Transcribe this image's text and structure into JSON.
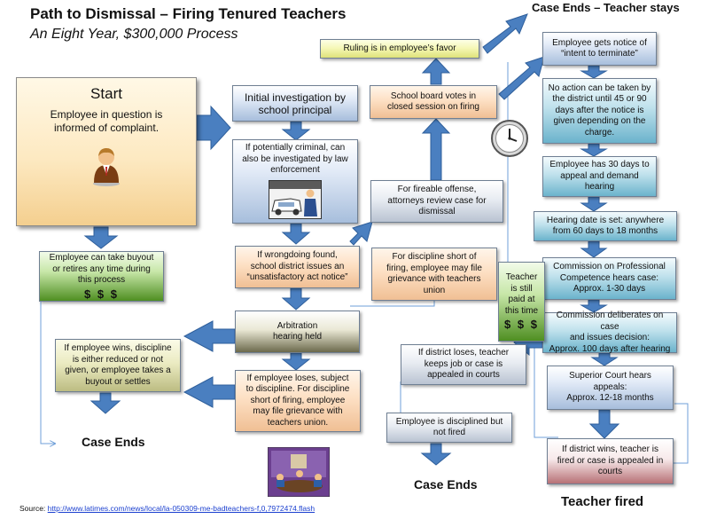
{
  "title": "Path to Dismissal – Firing Tenured Teachers",
  "subtitle": "An Eight Year, $300,000 Process",
  "boxes": {
    "start_heading": "Start",
    "start_text": "Employee in question is\ninformed of complaint.",
    "initial": "Initial investigation by\nschool principal",
    "criminal": "If potentially criminal, can\nalso be investigated by law\nenforcement",
    "buyout": "Employee can take buyout\nor retires any time during\nthis process",
    "buyout_dollars": "$ $ $",
    "wrongdoing": "If wrongdoing found,\nschool district issues an\n“unsatisfactory act notice”",
    "fireable": "For fireable offense,\nattorneys review case for\ndismissal",
    "short_firing": "For discipline short of\nfiring, employee may file\ngrievance with teachers\nunion",
    "arbitration": "Arbitration\nhearing held",
    "wins": "If employee wins, discipline\nis either reduced or not\ngiven, or employee takes a\nbuyout or settles",
    "loses": "If employee loses, subject\nto discipline. For discipline\nshort of firing, employee\nmay file grievance with\nteachers union.",
    "disciplined": "Employee is disciplined but\nnot fired",
    "board": "School board votes in\nclosed session on firing",
    "ruling": "Ruling is in employee’s favor",
    "notice": "Employee gets notice of\n“intent to terminate”",
    "no_action": "No action can be taken by\nthe district until 45 or 90\ndays after the notice is\ngiven depending on the\ncharge.",
    "appeal30": "Employee has 30 days to\nappeal and demand\nhearing",
    "hearing_date": "Hearing date is set: anywhere\nfrom 60 days to 18 months",
    "commission_hears": "Commission on Professional\nCompetence hears case:\nApprox. 1-30 days",
    "paid": "Teacher\nis still\npaid at\nthis time",
    "paid_dollars": "$ $ $",
    "deliberates": "Commission deliberates on case\nand issues decision:\nApprox. 100 days after hearing",
    "district_loses": "If district loses, teacher\nkeeps job or case is\nappealed in courts",
    "superior": "Superior Court hears\nappeals:\nApprox. 12-18 months",
    "district_wins": "If district wins, teacher is\nfired or case is appealed in\ncourts"
  },
  "outcomes": {
    "case_ends_stays": "Case Ends – Teacher stays",
    "case_ends_left": "Case Ends",
    "case_ends_mid": "Case Ends",
    "teacher_fired": "Teacher fired"
  },
  "source": {
    "label": "Source:",
    "url": "http://www.latimes.com/news/local/la-050309-me-badteachers-f,0,7972474.flash"
  },
  "icons": [
    "person-icon",
    "police-car-icon",
    "clock-icon",
    "meeting-room-icon"
  ],
  "colors": {
    "arrow": "#4a7fc0",
    "start_fill": "#fde9c1",
    "green_fill": "#4f8f22",
    "link": "#1a3fcf"
  }
}
